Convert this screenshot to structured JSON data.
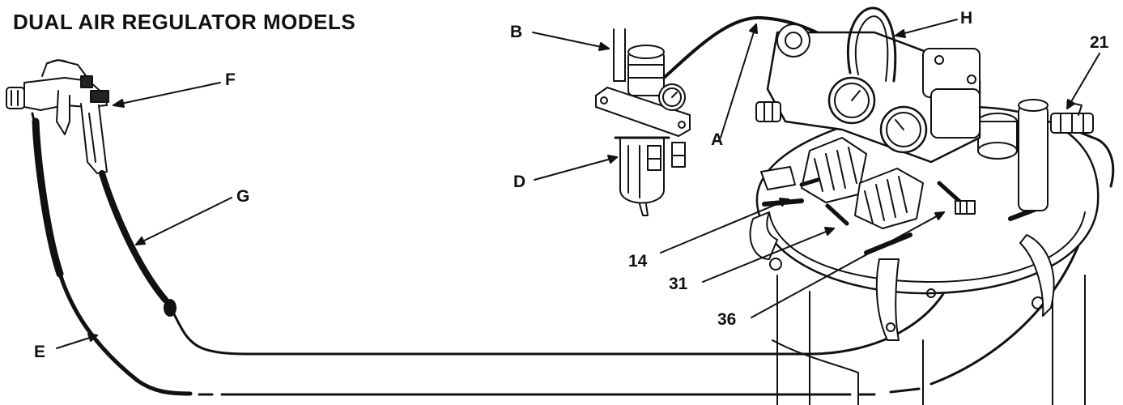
{
  "title": "DUAL AIR REGULATOR MODELS",
  "callouts": {
    "A": "A",
    "B": "B",
    "D": "D",
    "E": "E",
    "F": "F",
    "G": "G",
    "H": "H",
    "n14": "14",
    "n21": "21",
    "n31": "31",
    "n36": "36"
  }
}
